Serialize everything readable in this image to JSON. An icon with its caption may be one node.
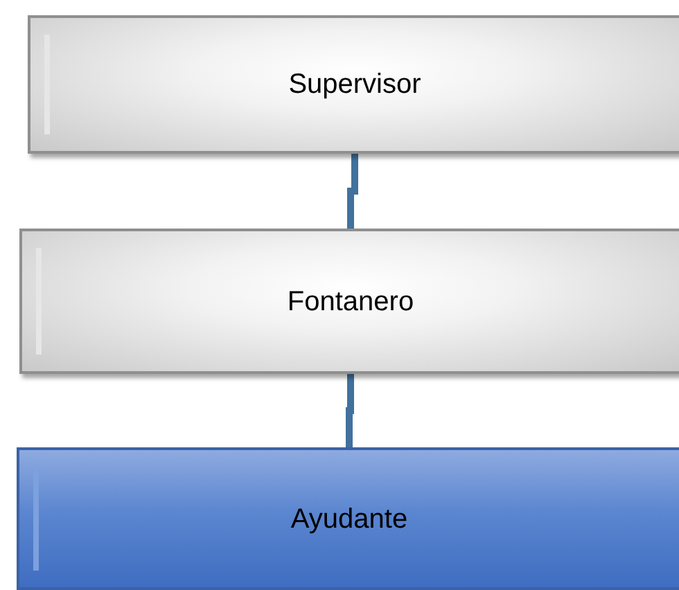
{
  "diagram": {
    "nodes": [
      {
        "text": [
          "Supervisor"
        ]
      },
      {
        "text": [
          "Fontanero"
        ]
      },
      {
        "text": [
          "Ayudante"
        ]
      }
    ],
    "edges": [
      {
        "from": 0,
        "to": 1,
        "arrow": "none"
      },
      {
        "from": 1,
        "to": 2,
        "arrow": "none"
      }
    ]
  }
}
